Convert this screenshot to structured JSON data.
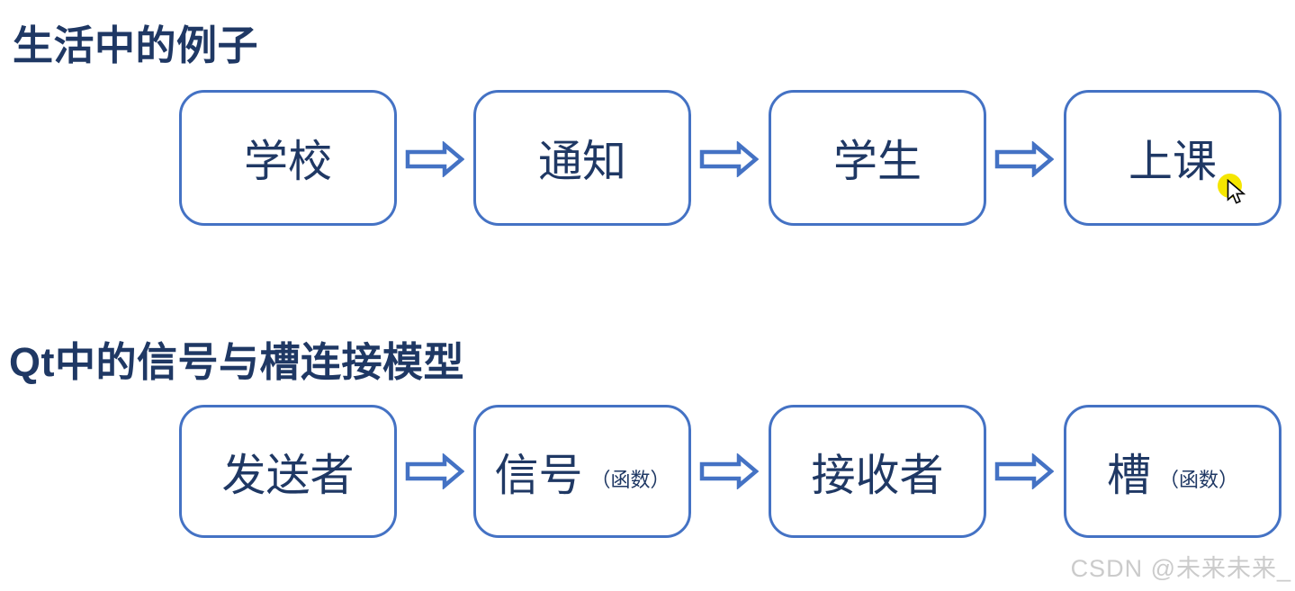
{
  "section_life": {
    "title": "生活中的例子",
    "boxes": [
      {
        "label": "学校"
      },
      {
        "label": "通知"
      },
      {
        "label": "学生"
      },
      {
        "label": "上课"
      }
    ]
  },
  "section_qt": {
    "title": "Qt中的信号与槽连接模型",
    "boxes": [
      {
        "label": "发送者"
      },
      {
        "label": "信号",
        "sub": "（函数）"
      },
      {
        "label": "接收者"
      },
      {
        "label": "槽",
        "sub": "（函数）"
      }
    ]
  },
  "watermark": {
    "text": "CSDN @未来未来_"
  },
  "icons": {
    "connector_arrow": "hollow-right-block-arrow",
    "cursor": "mouse-pointer-icon",
    "cursor_highlight": "yellow-highlight-dot"
  },
  "colors": {
    "background": "#ffffff",
    "heading_text": "#1f3864",
    "box_border": "#4472c4",
    "box_text": "#1f3864",
    "arrow_outline": "#4472c4",
    "highlight_yellow": "#f5e600",
    "watermark_gray": "#cbcbcb"
  }
}
